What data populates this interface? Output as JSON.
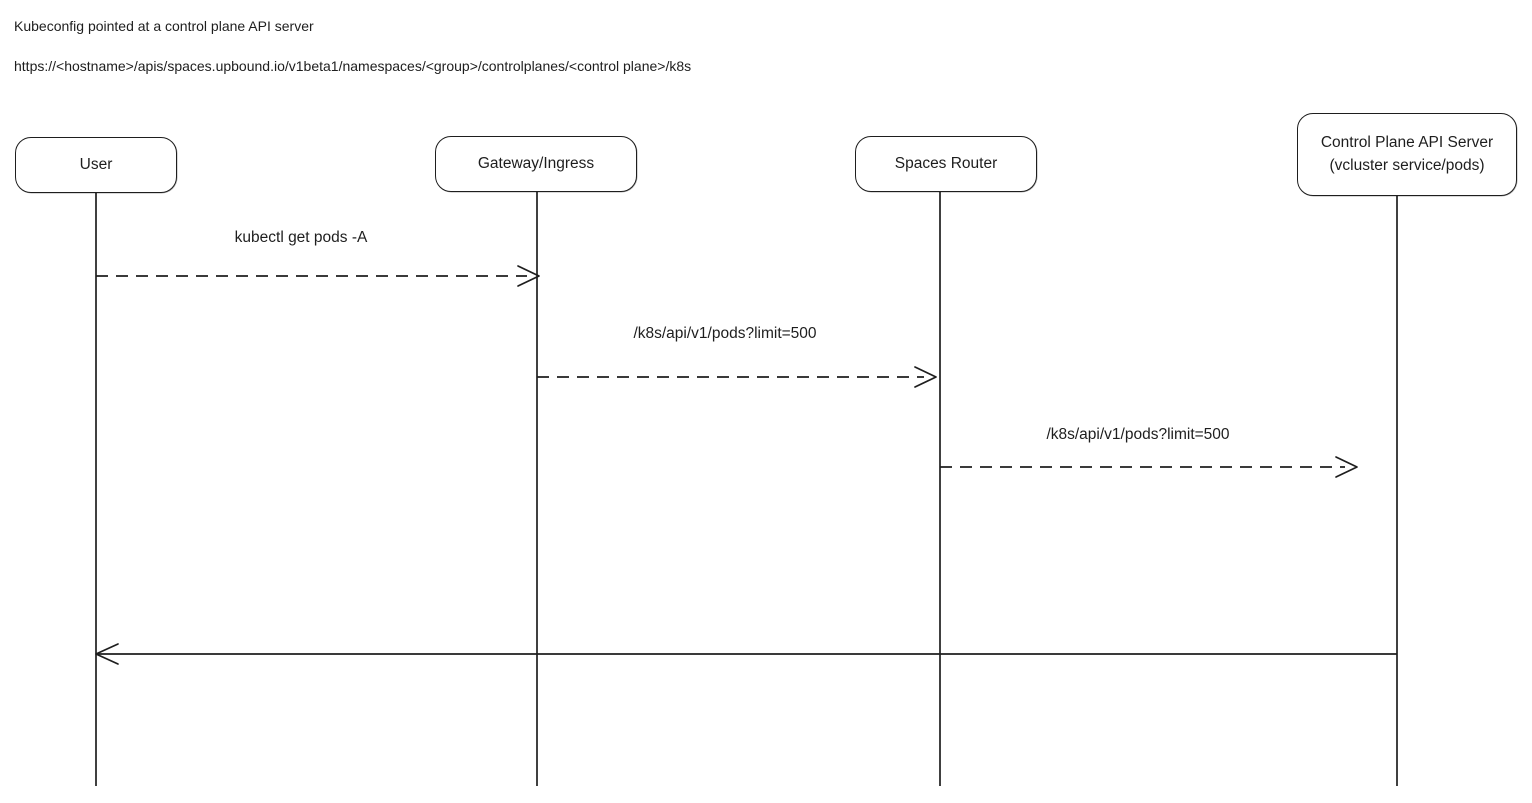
{
  "header": {
    "title": "Kubeconfig pointed at a control plane API server",
    "url": "https://<hostname>/apis/spaces.upbound.io/v1beta1/namespaces/<group>/controlplanes/<control plane>/k8s"
  },
  "actors": [
    {
      "label": "User"
    },
    {
      "label": "Gateway/Ingress"
    },
    {
      "label": "Spaces Router"
    },
    {
      "label": "Control Plane API Server",
      "sublabel": "(vcluster service/pods)"
    }
  ],
  "messages": [
    {
      "from": "User",
      "to": "Gateway/Ingress",
      "label": "kubectl get pods -A",
      "line": "dashed"
    },
    {
      "from": "Gateway/Ingress",
      "to": "Spaces Router",
      "label": "/k8s/api/v1/pods?limit=500",
      "line": "dashed"
    },
    {
      "from": "Spaces Router",
      "to": "Control Plane API Server",
      "label": "/k8s/api/v1/pods?limit=500",
      "line": "dashed"
    },
    {
      "from": "Control Plane API Server",
      "to": "User",
      "label": "",
      "line": "solid"
    }
  ],
  "colors": {
    "stroke": "#1e1e1e",
    "background": "#ffffff"
  }
}
